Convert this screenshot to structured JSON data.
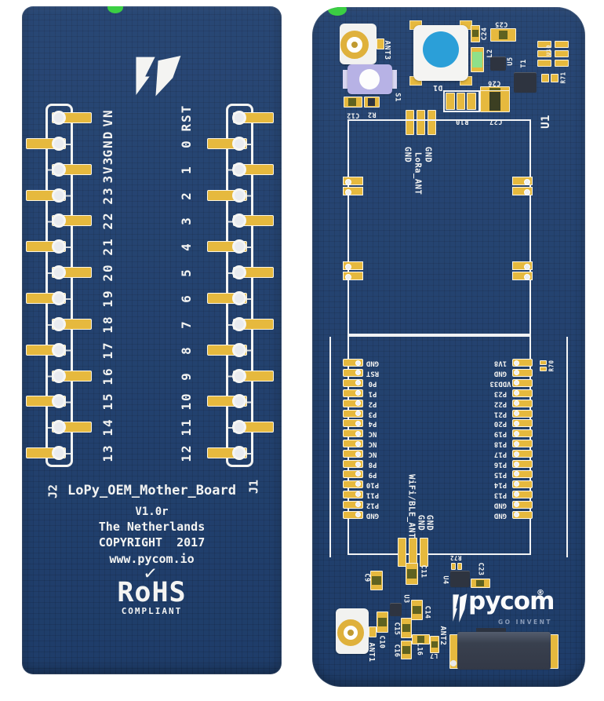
{
  "colors": {
    "board_navy": "#20406f",
    "pad_gold": "#e6b93e",
    "silkscreen_white": "#f4f4f2",
    "led_blue": "#2b9fd8",
    "button_lavender": "#b7b2e5",
    "inductor_green": "#8ee08a",
    "chip_dark": "#2e3440",
    "tagline_gray": "#8b9cb8",
    "blob_green": "#3bcf43"
  },
  "left_board": {
    "connectors": {
      "j2": "J2",
      "j1": "J1"
    },
    "j2_pins": [
      "VN",
      "GND",
      "3V3",
      "23",
      "22",
      "21",
      "20",
      "19",
      "18",
      "17",
      "16",
      "15",
      "14",
      "13"
    ],
    "j1_pins": [
      "RST",
      "0",
      "1",
      "2",
      "3",
      "4",
      "5",
      "6",
      "7",
      "8",
      "9",
      "10",
      "11",
      "12"
    ],
    "title": "LoPy_OEM_Mother_Board",
    "version": "V1.0r",
    "origin": "The Netherlands",
    "copyright": "COPYRIGHT  2017",
    "website": "www.pycom.io",
    "rohs": {
      "logo": "RoHS",
      "check": "✓",
      "subtitle": "COMPLIANT"
    }
  },
  "right_board": {
    "module_label": "U1",
    "lora_antenna_labels": {
      "left": "GND",
      "center": "LoRa_ANT",
      "right": "GND"
    },
    "wifi_antenna_labels": {
      "main": "WiFi/BLE_ANT",
      "gnd1": "GND",
      "gnd2": "GND"
    },
    "header_left_pins": [
      "GND",
      "RST",
      "P0",
      "P1",
      "P2",
      "P3",
      "P4",
      "NC",
      "NC",
      "NC",
      "P8",
      "P9",
      "P10",
      "P11",
      "P12",
      "GND"
    ],
    "header_right_pins": [
      "1V8",
      "GND",
      "VDD33",
      "P23",
      "P22",
      "P21",
      "P20",
      "P19",
      "P18",
      "P17",
      "P16",
      "P15",
      "P14",
      "P13",
      "GND",
      "GND"
    ],
    "refs": {
      "ant3": "ANT3",
      "s1": "S1",
      "c12": "C12",
      "r2": "R2",
      "d1": "D1",
      "c24": "C24",
      "c25": "C25",
      "l2": "L2",
      "u5": "U5",
      "t1": "T1",
      "u10": "U10",
      "r71": "R71",
      "c26": "C26",
      "r10": "R10",
      "c27": "C27",
      "r70": "R70",
      "r72": "R72",
      "c9": "C9",
      "c11": "C11",
      "u4": "U4",
      "c23": "C23",
      "u3": "U3",
      "c14": "C14",
      "c15": "C15",
      "c16": "C16",
      "l16": "L16",
      "l7": "L7",
      "c10": "C10",
      "ant1": "ANT1",
      "ant2": "ANT2"
    },
    "logo": {
      "brand": "pycom",
      "registered": "®",
      "tagline": "GO INVENT"
    }
  }
}
